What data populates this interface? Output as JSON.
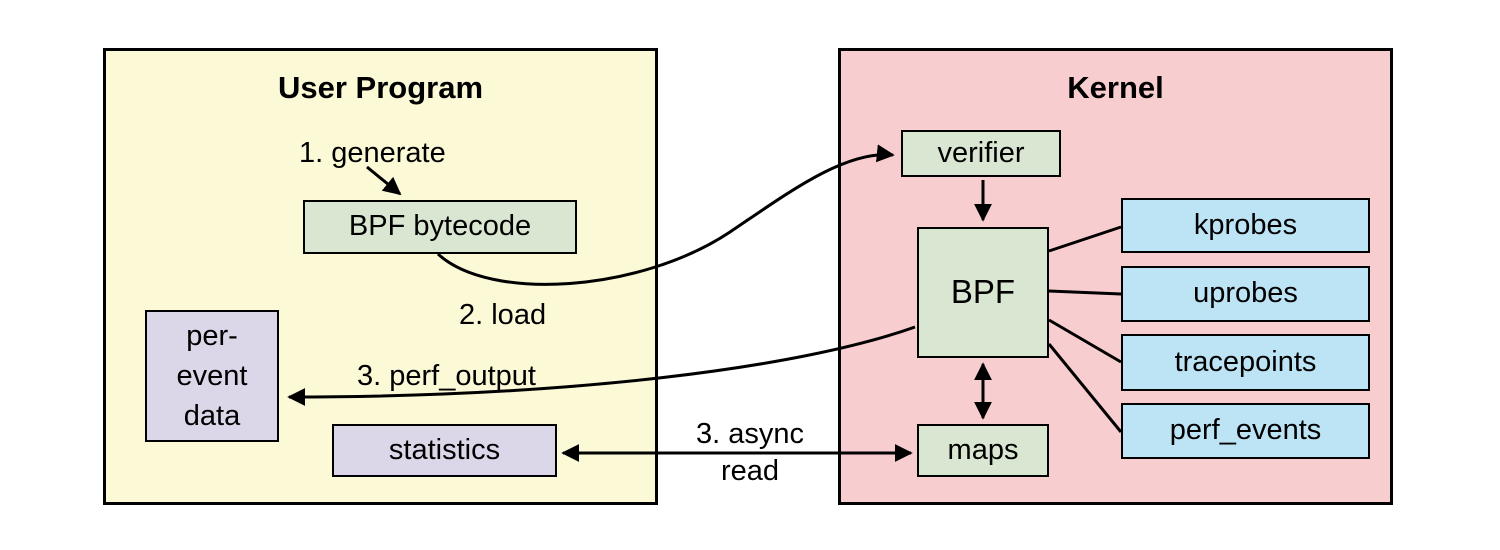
{
  "colors": {
    "panel_user_bg": "#FBF9D6",
    "panel_kernel_bg": "#F8CDCF",
    "box_green": "#D9E7D2",
    "box_blue": "#BDE4F5",
    "box_purple": "#DCD7E8",
    "line": "#000000"
  },
  "user_program": {
    "title": "User Program",
    "bpf_bytecode": "BPF bytecode",
    "per_event_data_lines": [
      "per-",
      "event",
      "data"
    ],
    "statistics": "statistics",
    "label_generate": "1. generate",
    "label_load": "2. load",
    "label_perf_output": "3. perf_output"
  },
  "kernel": {
    "title": "Kernel",
    "verifier": "verifier",
    "bpf": "BPF",
    "maps": "maps",
    "events": [
      "kprobes",
      "uprobes",
      "tracepoints",
      "perf_events"
    ]
  },
  "gap_label": {
    "line1": "3. async",
    "line2": "read"
  }
}
